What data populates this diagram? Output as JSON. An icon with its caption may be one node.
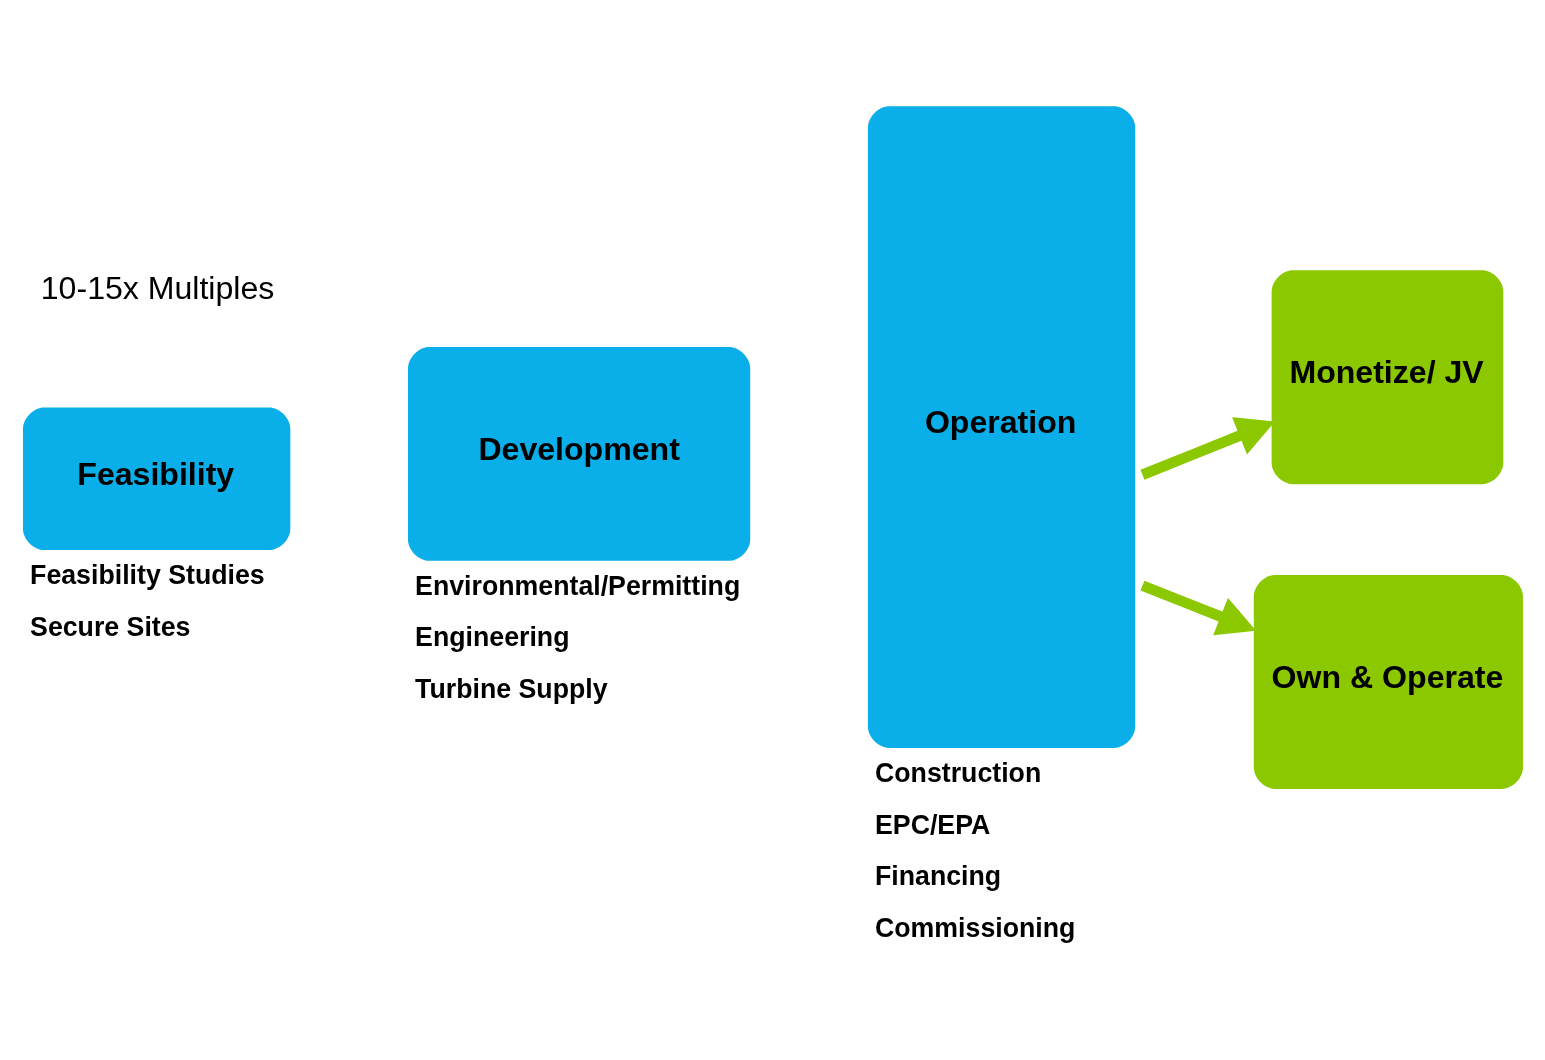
{
  "diagram": {
    "nodes": [
      {
        "text": [
          "Feasibility"
        ],
        "beside": [
          "Feasibility Studies",
          "Secure Sites"
        ]
      },
      {
        "text": [
          "Development"
        ],
        "beside": [
          "Environmental/Permitting",
          "Engineering",
          "Turbine Supply"
        ]
      },
      {
        "text": [
          "Operation"
        ],
        "beside": [
          "Construction",
          "EPC/EPA",
          "Financing",
          "Commissioning"
        ]
      },
      {
        "text": [
          "Monetize/ JV"
        ]
      },
      {
        "text": [
          "Own & Operate"
        ]
      }
    ],
    "edges": [
      {
        "from": 2,
        "to": 3,
        "arrow": "to"
      },
      {
        "from": 2,
        "to": 4,
        "arrow": "to"
      }
    ],
    "labels": [
      "10-15x Multiples"
    ]
  }
}
